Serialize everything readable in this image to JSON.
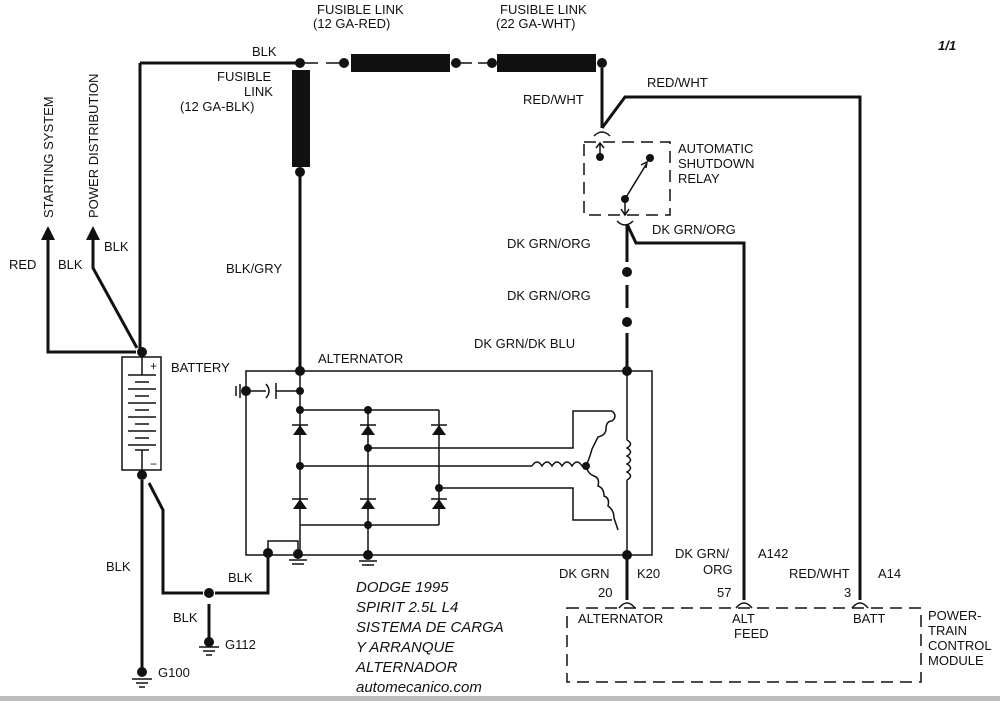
{
  "page_indicator": "1/1",
  "title_block": {
    "line1": "DODGE  1995",
    "line2": "SPIRIT 2.5L  L4",
    "line3": "SISTEMA DE CARGA",
    "line4": "Y ARRANQUE",
    "line5": "ALTERNADOR",
    "line6": "automecanico.com"
  },
  "fusible_links": {
    "red": {
      "line1": "FUSIBLE LINK",
      "line2": "(12 GA-RED)"
    },
    "wht": {
      "line1": "FUSIBLE LINK",
      "line2": "(22 GA-WHT)"
    },
    "blk": {
      "line1": "FUSIBLE",
      "line2": "LINK",
      "line3": "(12 GA-BLK)"
    }
  },
  "outputs": {
    "starting_system": "STARTING SYSTEM",
    "power_distribution": "POWER DISTRIBUTION"
  },
  "components": {
    "battery": "BATTERY",
    "battery_plus": "+",
    "battery_minus": "−",
    "alternator": "ALTERNATOR",
    "asd_relay": {
      "line1": "AUTOMATIC",
      "line2": "SHUTDOWN",
      "line3": "RELAY"
    },
    "pcm": {
      "line1": "POWER-",
      "line2": "TRAIN",
      "line3": "CONTROL",
      "line4": "MODULE"
    }
  },
  "wire_labels": {
    "blk_top": "BLK",
    "red_start": "RED",
    "blk_pd_left": "BLK",
    "blk_pd_right": "BLK",
    "blk_gry": "BLK/GRY",
    "red_wht_left": "RED/WHT",
    "red_wht_top": "RED/WHT",
    "dk_grn_org_1": "DK GRN/ORG",
    "dk_grn_org_2": "DK GRN/ORG",
    "dk_grn_org_3": "DK GRN/ORG",
    "dk_grn_dk_blu": "DK GRN/DK BLU",
    "blk_ground_main": "BLK",
    "blk_alt_ground": "BLK",
    "blk_g112": "BLK",
    "dk_grn": "DK GRN",
    "k20": "K20",
    "dk_grn_org_pcm_1": "DK GRN/",
    "dk_grn_org_pcm_2": "ORG",
    "a142": "A142",
    "red_wht_pcm": "RED/WHT",
    "a14": "A14"
  },
  "grounds": {
    "g100": "G100",
    "g112": "G112"
  },
  "pcm_pins": [
    {
      "number": "20",
      "name_line1": "ALTERNATOR",
      "name_line2": ""
    },
    {
      "number": "57",
      "name_line1": "ALT",
      "name_line2": "FEED"
    },
    {
      "number": "3",
      "name_line1": "BATT",
      "name_line2": ""
    }
  ]
}
